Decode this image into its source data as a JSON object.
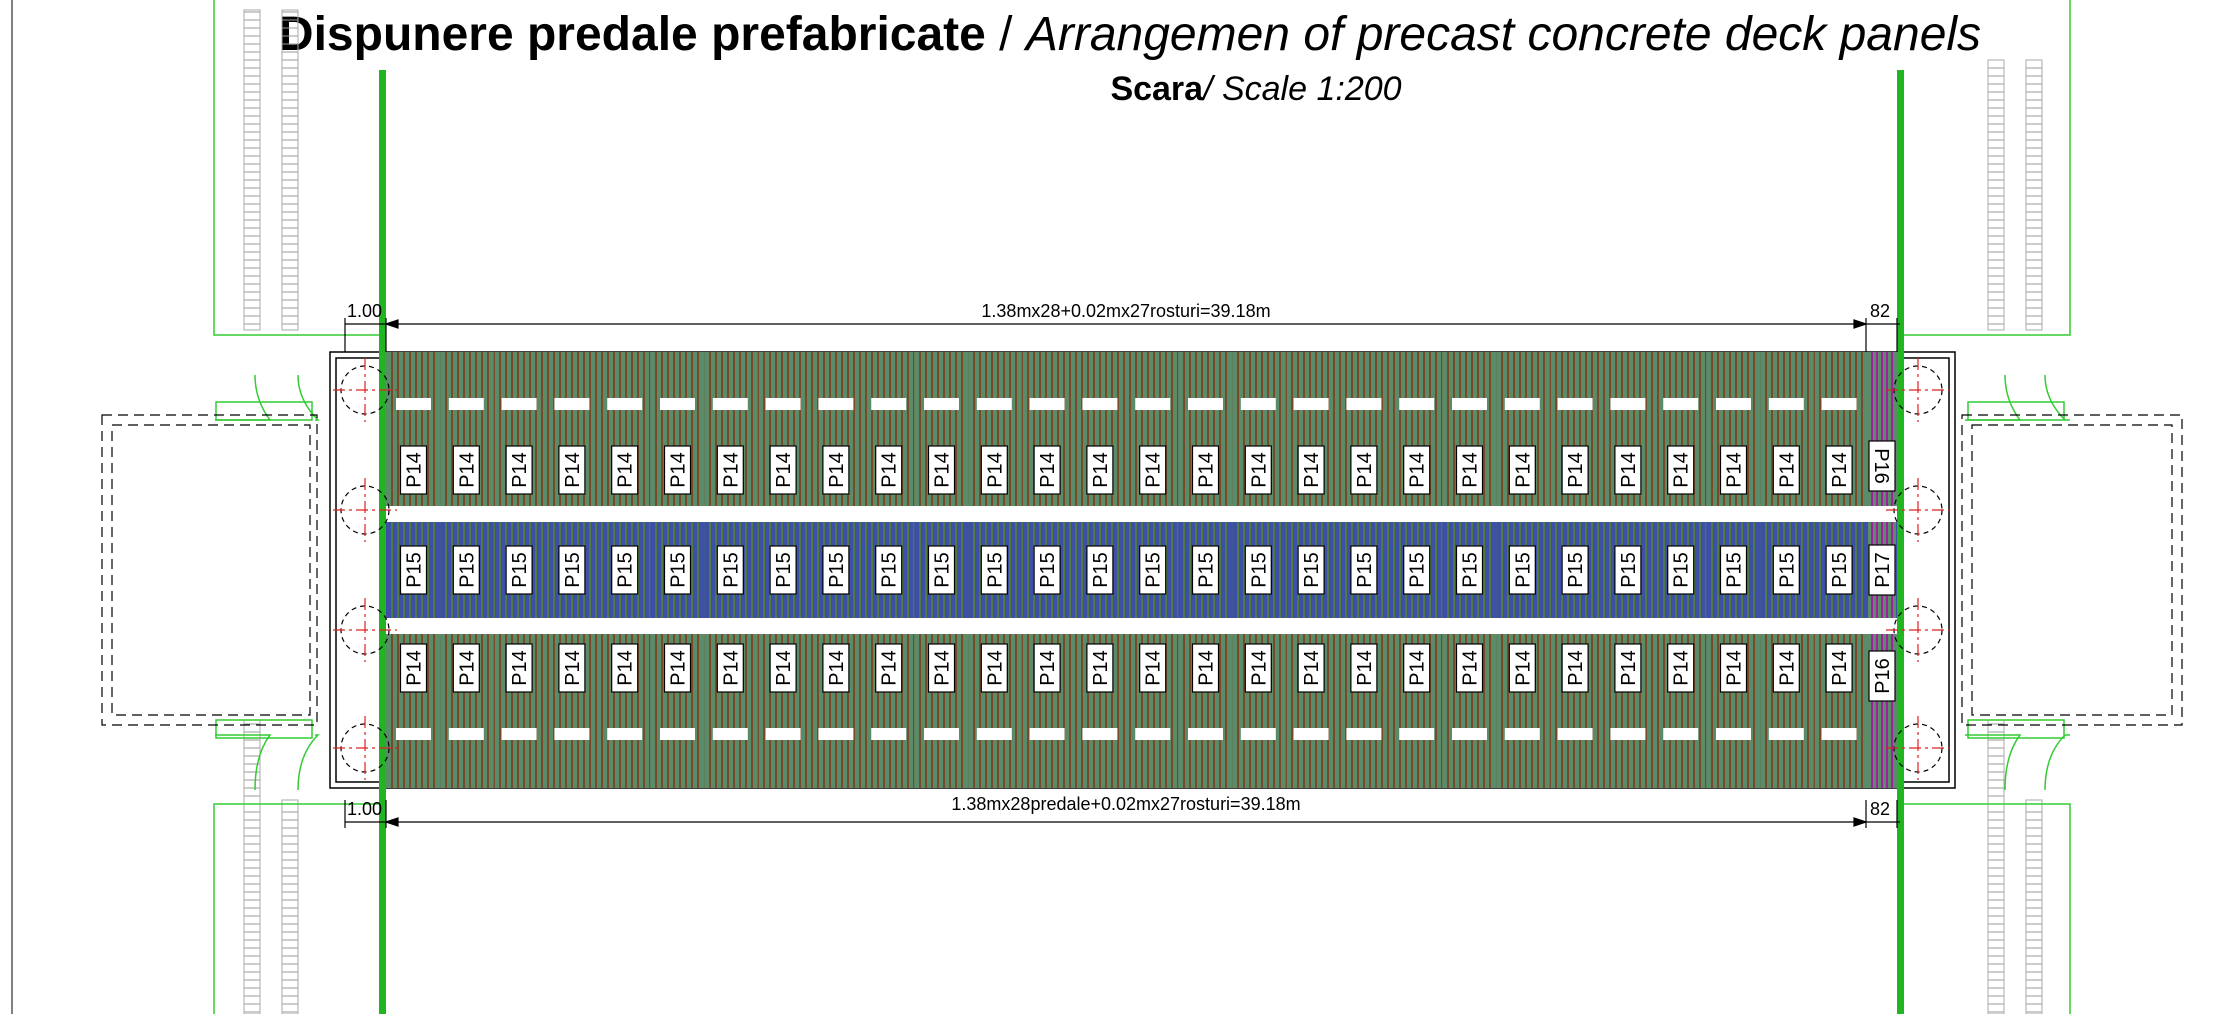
{
  "title": {
    "main_ro": "Dispunere predale prefabricate",
    "separator": " / ",
    "main_en": "Arrangemen of precast concrete deck panels",
    "scale_ro": "Scara",
    "scale_en": "/ Scale 1:200"
  },
  "dimensions": {
    "top_left": "1.00",
    "top_main": "1.38mx28+0.02mx27rosturi=39.18m",
    "top_right": "82",
    "bottom_left": "1.00",
    "bottom_main": "1.38mx28predale+0.02mx27rosturi=39.18m",
    "bottom_right": "82"
  },
  "panels": {
    "count_per_row": 28,
    "top_row_label": "P14",
    "middle_row_label": "P15",
    "bottom_row_label": "P14",
    "end_top_label": "P16",
    "end_middle_label": "P17",
    "end_bottom_label": "P16"
  },
  "colors": {
    "outer_panel": "#5a8c6a",
    "middle_panel": "#3a3aa8",
    "panel_bar": "#7a4a28",
    "rail_green": "#22b522",
    "outline_green": "#33cc33",
    "axis_red": "#dd2222",
    "end_panel_magenta": "#a020a0"
  },
  "icons": {
    "axis_marker": "crosshair-circle-icon"
  }
}
